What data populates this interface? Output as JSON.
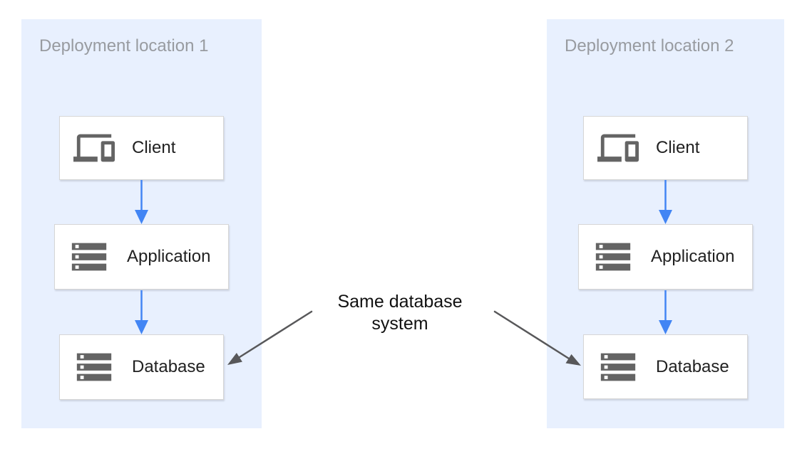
{
  "diagram": {
    "panels": [
      {
        "title": "Deployment location 1",
        "nodes": [
          {
            "label": "Client",
            "icon": "devices-icon"
          },
          {
            "label": "Application",
            "icon": "server-stack-icon"
          },
          {
            "label": "Database",
            "icon": "server-stack-icon"
          }
        ]
      },
      {
        "title": "Deployment location 2",
        "nodes": [
          {
            "label": "Client",
            "icon": "devices-icon"
          },
          {
            "label": "Application",
            "icon": "server-stack-icon"
          },
          {
            "label": "Database",
            "icon": "server-stack-icon"
          }
        ]
      }
    ],
    "annotation": {
      "text": "Same database system"
    },
    "colors": {
      "panel_background": "#e8f0fe",
      "flow_arrow_blue": "#4285f4",
      "annotation_arrow_gray": "#58585a",
      "icon_gray": "#646464",
      "box_border": "#d6d6d6",
      "panel_title_text": "#989ba0",
      "node_label_text": "#212121",
      "annotation_text": "#111111"
    }
  }
}
